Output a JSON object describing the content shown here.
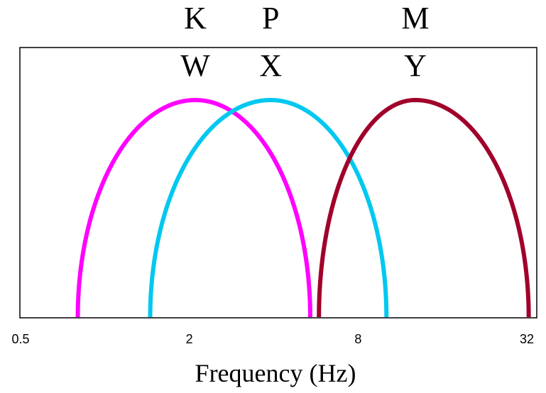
{
  "chart_data": {
    "type": "line",
    "xlabel": "Frequency (Hz)",
    "ylabel": "",
    "x_scale": "log2",
    "xlim": [
      0.5,
      32
    ],
    "ylim": [
      0,
      1
    ],
    "x_ticks": [
      {
        "value": 0.5,
        "label": "0.5"
      },
      {
        "value": 2,
        "label": "2"
      },
      {
        "value": 8,
        "label": "8"
      },
      {
        "value": 32,
        "label": "32"
      }
    ],
    "grid": false,
    "series": [
      {
        "name": "",
        "color": "#ff00ff",
        "x_start": 0.8,
        "x_peak": 2.1,
        "x_end": 5.4,
        "peak": 1.0,
        "labels": [
          "K",
          "W"
        ]
      },
      {
        "name": "",
        "color": "#00c8f0",
        "x_start": 1.45,
        "x_peak": 3.9,
        "x_end": 10.1,
        "peak": 1.0,
        "labels": [
          "P",
          "X"
        ]
      },
      {
        "name": "",
        "color": "#a0002a",
        "x_start": 5.8,
        "x_peak": 12.8,
        "x_end": 32.5,
        "peak": 1.0,
        "labels": [
          "M",
          "Y"
        ]
      }
    ]
  }
}
